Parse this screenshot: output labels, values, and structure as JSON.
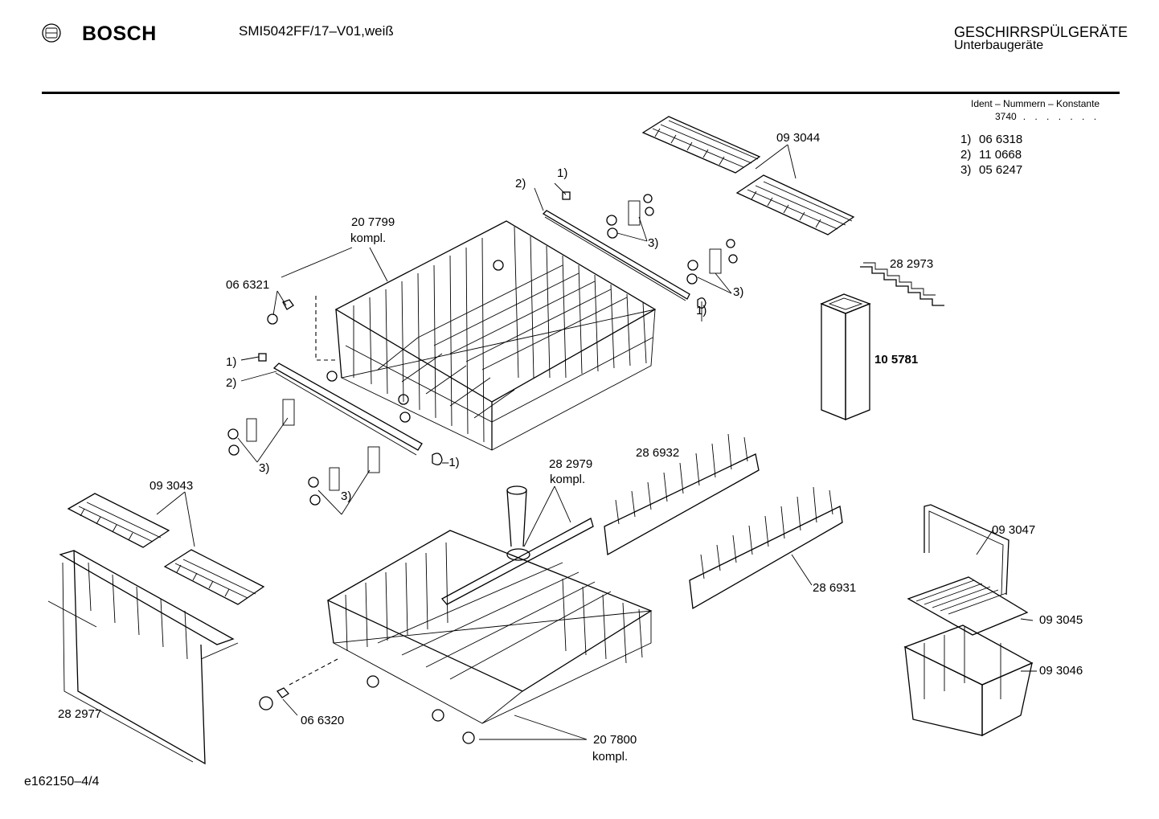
{
  "header": {
    "brand": "BOSCH",
    "model": "SMI5042FF/17–V01,weiß",
    "category": "GESCHIRRSPÜLGERÄTE",
    "subcategory": "Unterbaugeräte"
  },
  "ident": {
    "title": "Ident – Nummern – Konstante",
    "code": "3740",
    "dots": ". . .   . . . .",
    "items": [
      {
        "no": "1)",
        "part": "06 6318"
      },
      {
        "no": "2)",
        "part": "11 0668"
      },
      {
        "no": "3)",
        "part": "05 6247"
      }
    ]
  },
  "callouts": {
    "p093044": "09 3044",
    "p207799": "20 7799",
    "kompl": "kompl.",
    "p066321": "06 6321",
    "p282973": "28 2973",
    "p105781": "10 5781",
    "ref1": "1)",
    "ref2": "2)",
    "ref3": "3)",
    "ref1dash": "–1)",
    "p093043": "09 3043",
    "p282979": "28 2979",
    "p286932": "28 6932",
    "p286931": "28 6931",
    "p093047": "09 3047",
    "p093045": "09 3045",
    "p093046": "09 3046",
    "p282977": "28 2977",
    "p066320": "06 6320",
    "p207800": "20 7800"
  },
  "footer": {
    "doc_id": "e162150–4/4"
  }
}
